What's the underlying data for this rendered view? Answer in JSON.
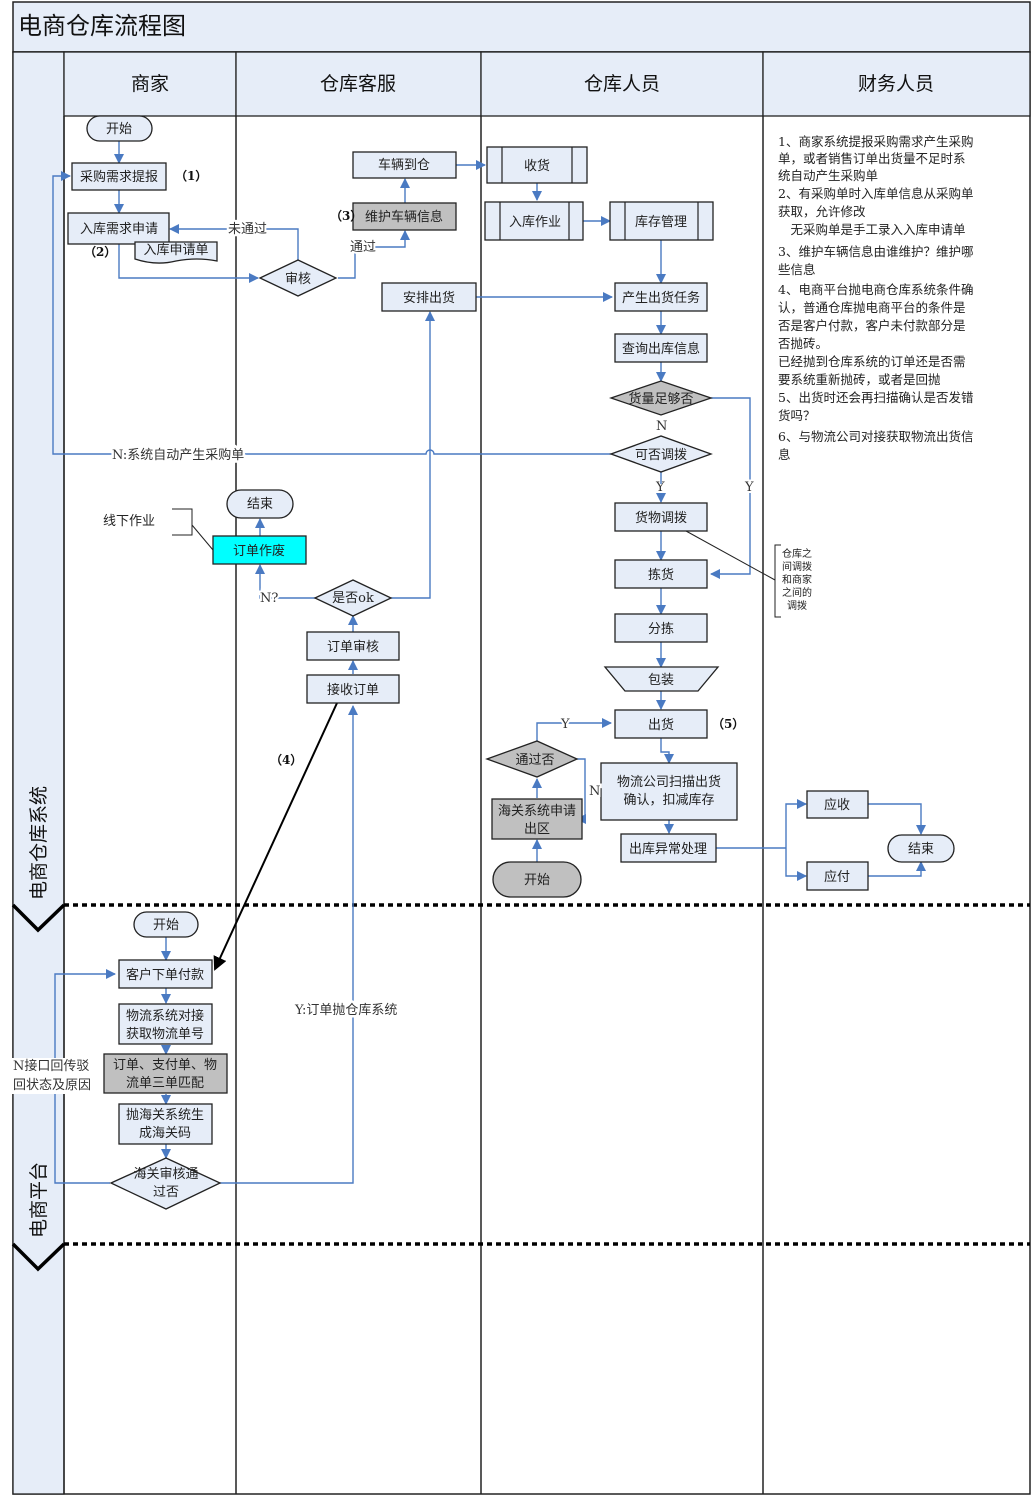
{
  "title": "电商仓库流程图",
  "lanes": {
    "columns": [
      "商家",
      "仓库客服",
      "仓库人员",
      "财务人员"
    ],
    "rows": [
      "电商仓库系统",
      "电商平台"
    ]
  },
  "colors": {
    "lane_fill": "#e6edf8",
    "process_fill": "#e6edf8",
    "highlight_gray": "#c0c0c0",
    "highlight_cyan": "#00ffff",
    "flow_line": "#4a7ac2"
  },
  "nodes": {
    "start_merchant": "开始",
    "purchase_request": "采购需求提报",
    "inbound_request": "入库需求申请",
    "inbound_form": "入库申请单",
    "review": "审核",
    "vehicle_arrival": "车辆到仓",
    "maintain_vehicle": "维护车辆信息",
    "arrange_shipping": "安排出货",
    "receiving": "收货",
    "inbound_work": "入库作业",
    "inventory_mgmt": "库存管理",
    "generate_task": "产生出货任务",
    "query_outbound": "查询出库信息",
    "stock_enough": "货量足够否",
    "can_transfer": "可否调拨",
    "goods_transfer": "货物调拨",
    "picking": "拣货",
    "sorting": "分拣",
    "packing": "包装",
    "shipping": "出货",
    "logistics_scan": [
      "物流公司扫描出货",
      "确认，扣减库存"
    ],
    "outbound_exception": "出库异常处理",
    "pass_check": "通过否",
    "customs_apply": [
      "海关系统申请",
      "出区"
    ],
    "start_warehouse": "开始",
    "end_service": "结束",
    "order_void": "订单作废",
    "is_ok": "是否ok",
    "order_review": "订单审核",
    "receive_order": "接收订单",
    "receivable": "应收",
    "payable": "应付",
    "end_finance": "结束",
    "start_platform": "开始",
    "customer_order": "客户下单付款",
    "logistics_dock": [
      "物流系统对接",
      "获取物流单号"
    ],
    "three_match": [
      "订单、支付单、物",
      "流单三单匹配"
    ],
    "customs_code": [
      "抛海关系统生",
      "成海关码"
    ],
    "customs_pass": [
      "海关审核通",
      "过否"
    ]
  },
  "labels": {
    "step1": "（1）",
    "step2": "（2）",
    "step3": "（3）",
    "step4": "（4）",
    "step5": "（5）",
    "not_passed": "未通过",
    "passed": "通过",
    "auto_purchase": "N:系统自动产生采购单",
    "n_label": "N",
    "y_label": "Y",
    "y_label2": "Y",
    "y_label3": "Y",
    "n_label2": "N",
    "n_question": "N?",
    "offline_work": "线下作业",
    "transfer_note": [
      "仓库之",
      "间调拨",
      "和商家",
      "之间的",
      "调拨"
    ],
    "order_to_warehouse": "Y:订单抛仓库系统",
    "return_reason": [
      "N接口回传驳",
      "回状态及原因"
    ]
  },
  "notes": [
    "1、商家系统提报采购需求产生采购",
    "单，或者销售订单出货量不足时系",
    "统自动产生采购单",
    "2、有采购单时入库单信息从采购单",
    "获取，允许修改",
    "　无采购单是手工录入入库申请单",
    "3、维护车辆信息由谁维护？维护哪",
    "些信息",
    "4、电商平台抛电商仓库系统条件确",
    "认，普通仓库抛电商平台的条件是",
    "否是客户付款，客户未付款部分是",
    "否抛砖。",
    "已经抛到仓库系统的订单还是否需",
    "要系统重新抛砖，或者是回抛",
    "5、出货时还会再扫描确认是否发错",
    "货吗？",
    "6、与物流公司对接获取物流出货信",
    "息"
  ]
}
